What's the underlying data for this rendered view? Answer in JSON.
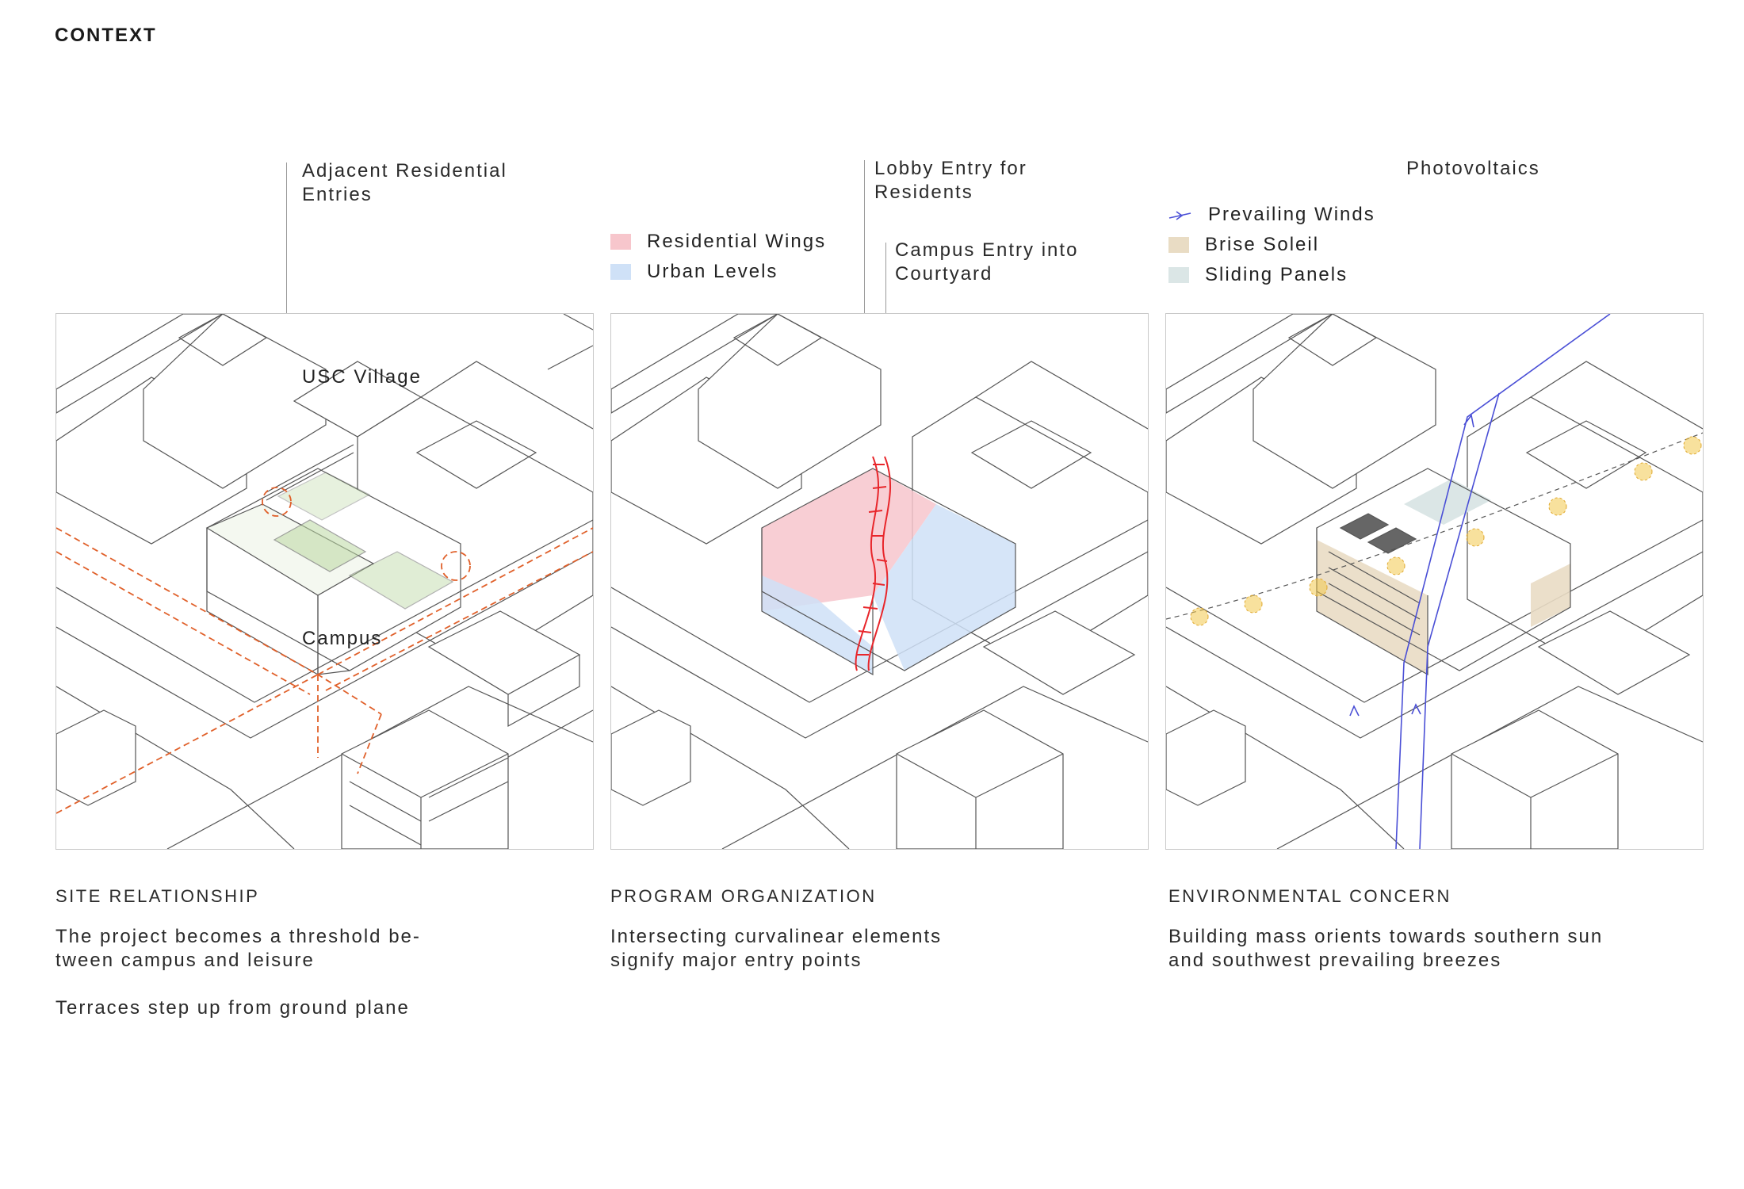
{
  "page": {
    "title": "CONTEXT"
  },
  "colors": {
    "residential": "#f7c6cc",
    "urban": "#cfe1f7",
    "brise": "#e9dcc4",
    "sliding": "#dbe6e6",
    "wind": "#4a4fd6",
    "circulation": "#e0602a",
    "curvilinear": "#e8262b",
    "pv": "#f2c94c",
    "linework": "#555555",
    "green": "#bcd9a3"
  },
  "panel1": {
    "callout": [
      "Adjacent Residential",
      "Entries"
    ],
    "tag_top": "USC Village",
    "tag_bottom": "Campus",
    "heading": "SITE RELATIONSHIP",
    "text": [
      "The project becomes a threshold be-",
      "tween campus and leisure"
    ],
    "text2": "Terraces step up from ground plane"
  },
  "panel2": {
    "callout_a": [
      "Lobby Entry for",
      "Residents"
    ],
    "callout_b": [
      "Campus Entry into",
      "Courtyard"
    ],
    "legend": [
      {
        "label": "Residential Wings",
        "color_key": "residential"
      },
      {
        "label": "Urban Levels",
        "color_key": "urban"
      }
    ],
    "heading": "PROGRAM ORGANIZATION",
    "text": [
      "Intersecting curvalinear elements",
      "signify major entry points"
    ]
  },
  "panel3": {
    "callout": "Photovoltaics",
    "legend": [
      {
        "label": "Prevailing Winds",
        "icon": "wind-arrow-icon"
      },
      {
        "label": "Brise Soleil",
        "color_key": "brise"
      },
      {
        "label": "Sliding Panels",
        "color_key": "sliding"
      }
    ],
    "heading": "ENVIRONMENTAL CONCERN",
    "text": [
      "Building mass orients towards southern sun",
      "and southwest prevailing breezes"
    ]
  }
}
